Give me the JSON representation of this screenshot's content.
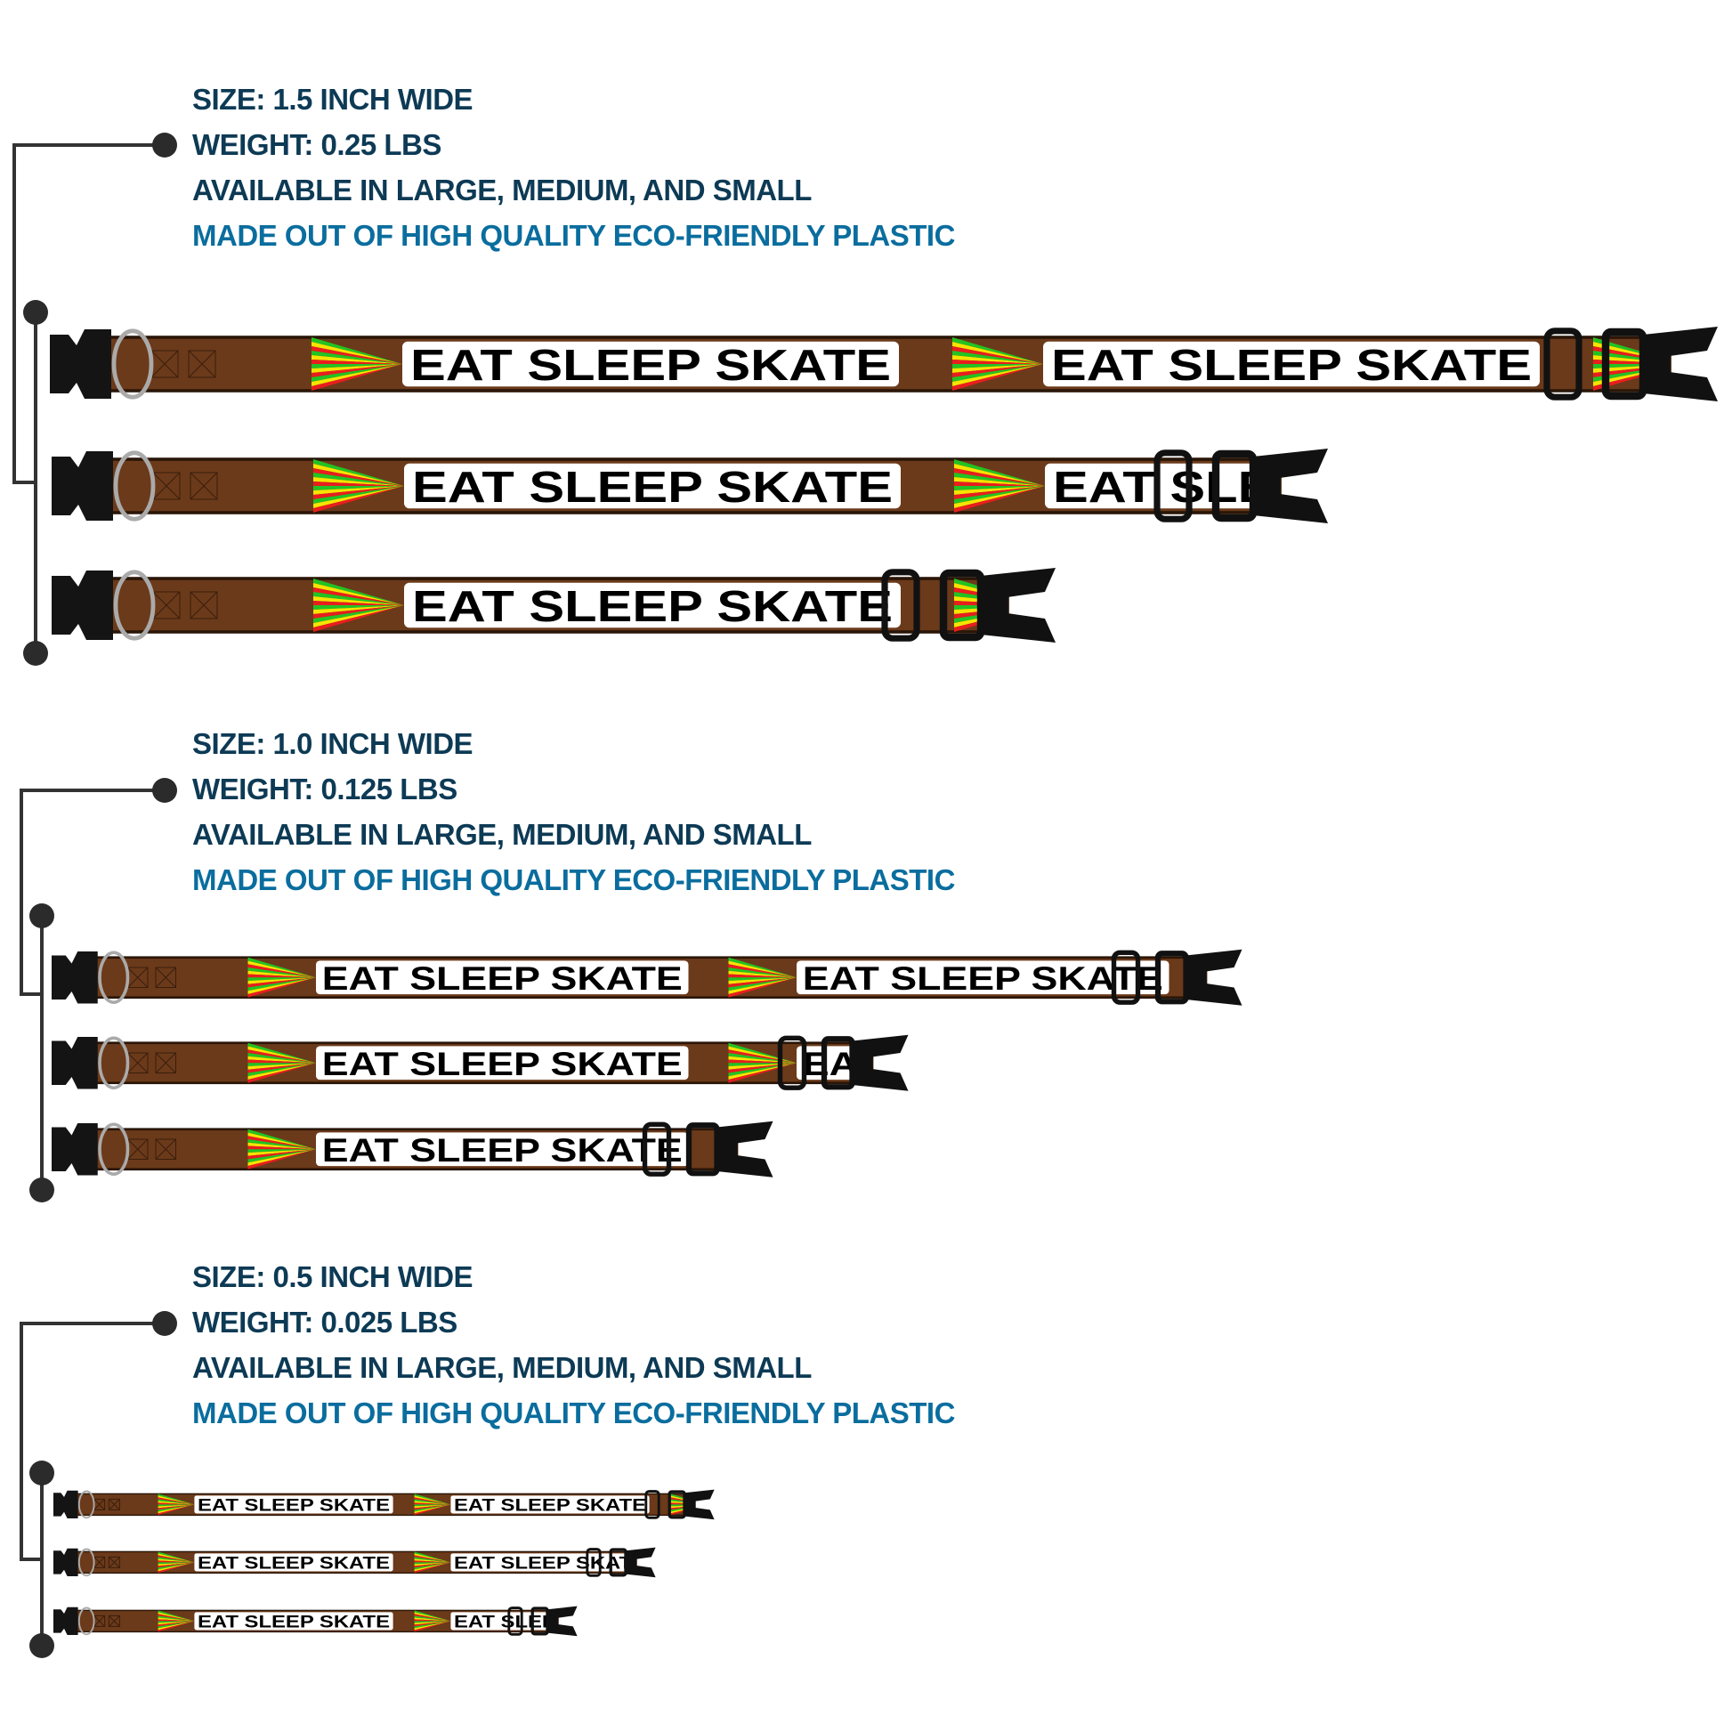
{
  "colors": {
    "heading": "#0d3a55",
    "accent": "#0a6d9e",
    "strap": "#6b3a1a",
    "connector": "#2b2b2b"
  },
  "collar_print": "EAT SLEEP SKATE",
  "sections": [
    {
      "size": "SIZE: 1.5 INCH WIDE",
      "weight": "WEIGHT: 0.25 LBS",
      "availability": "AVAILABLE IN LARGE, MEDIUM, AND SMALL",
      "material": "MADE OUT OF HIGH QUALITY ECO-FRIENDLY PLASTIC"
    },
    {
      "size": "SIZE: 1.0 INCH WIDE",
      "weight": "WEIGHT: 0.125 LBS",
      "availability": "AVAILABLE IN LARGE, MEDIUM, AND SMALL",
      "material": "MADE OUT OF HIGH QUALITY ECO-FRIENDLY PLASTIC"
    },
    {
      "size": "SIZE: 0.5 INCH WIDE",
      "weight": "WEIGHT: 0.025 LBS",
      "availability": "AVAILABLE IN LARGE, MEDIUM, AND SMALL",
      "material": "MADE OUT OF HIGH QUALITY ECO-FRIENDLY PLASTIC"
    }
  ]
}
